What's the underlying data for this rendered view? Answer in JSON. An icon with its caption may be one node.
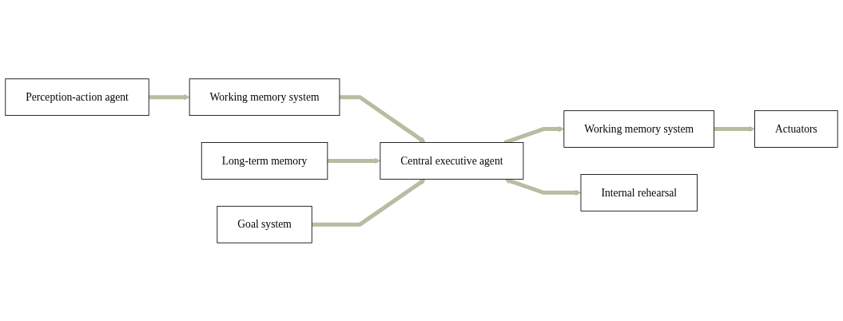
{
  "diagram": {
    "nodes": [
      {
        "text": [
          "Long-term memory"
        ]
      },
      {
        "text": [
          "Perception-action agent"
        ]
      },
      {
        "text": [
          "Working memory system"
        ]
      },
      {
        "text": [
          "Central executive agent"
        ]
      },
      {
        "text": [
          "Working memory system"
        ]
      },
      {
        "text": [
          "Actuators"
        ]
      },
      {
        "text": [
          "Goal system"
        ]
      },
      {
        "text": [
          "Internal rehearsal"
        ]
      }
    ],
    "edges": [
      {
        "from": 1,
        "to": 2,
        "arrow": "to"
      },
      {
        "from": 2,
        "to": 3,
        "arrow": "to"
      },
      {
        "from": 0,
        "to": 3,
        "arrow": "to"
      },
      {
        "from": 3,
        "to": 4,
        "arrow": "to"
      },
      {
        "from": 4,
        "to": 5,
        "arrow": "to"
      },
      {
        "from": 6,
        "to": 3,
        "arrow": "to"
      },
      {
        "from": 3,
        "to": 7,
        "arrow": "both"
      }
    ]
  }
}
